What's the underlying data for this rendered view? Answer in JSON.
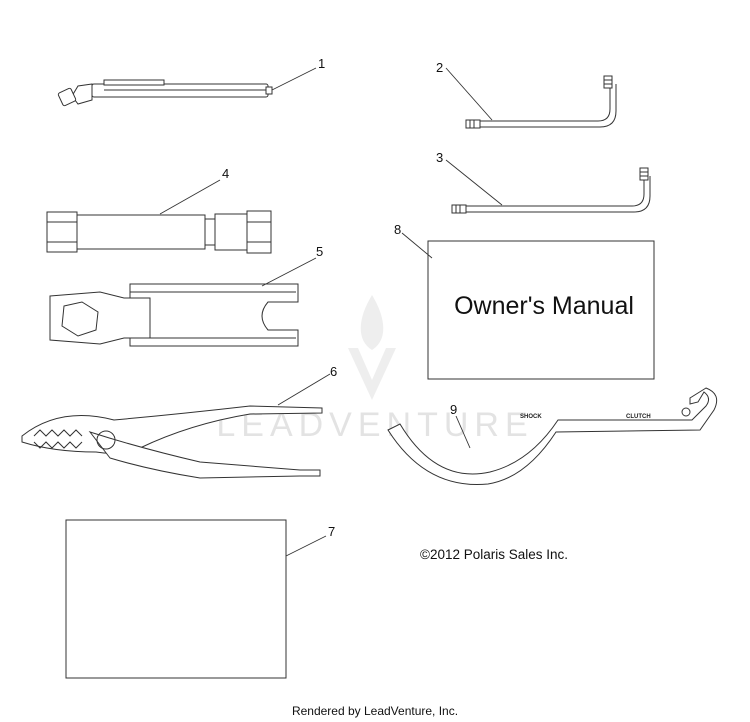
{
  "callouts": [
    "1",
    "2",
    "3",
    "4",
    "5",
    "6",
    "7",
    "8",
    "9"
  ],
  "manual": {
    "title": "Owner's Manual"
  },
  "wrench": {
    "shock_label": "SHOCK",
    "clutch_label": "CLUTCH"
  },
  "copyright": "©2012 Polaris Sales Inc.",
  "watermark": "LEADVENTURE",
  "footer": "Rendered by LeadVenture, Inc."
}
